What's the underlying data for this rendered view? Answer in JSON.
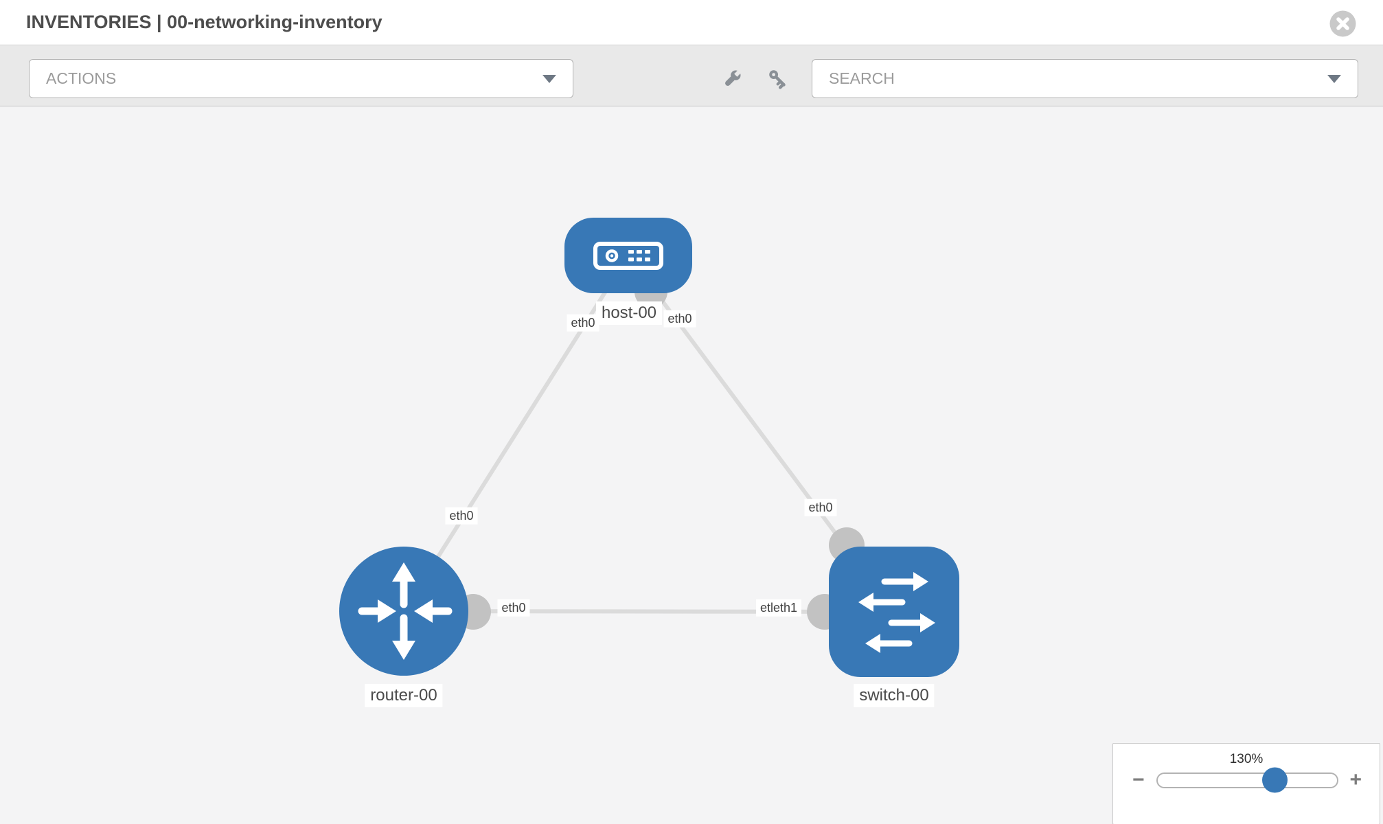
{
  "header": {
    "title": "INVENTORIES | 00-networking-inventory"
  },
  "toolbar": {
    "actions_dropdown": {
      "label": "ACTIONS"
    },
    "search_dropdown": {
      "label": "SEARCH"
    },
    "icons": [
      "wrench",
      "key"
    ]
  },
  "topology": {
    "nodes": [
      {
        "type": "host",
        "label": "host-00"
      },
      {
        "type": "router",
        "label": "router-00"
      },
      {
        "type": "switch",
        "label": "switch-00"
      }
    ],
    "links": [
      {
        "from": "host-00",
        "to": "router-00"
      },
      {
        "from": "host-00",
        "to": "switch-00"
      },
      {
        "from": "router-00",
        "to": "switch-00"
      }
    ],
    "interface_labels": [
      {
        "text": "eth0",
        "near": "host-00 (router link)"
      },
      {
        "text": "eth0",
        "near": "host-00 (switch link)"
      },
      {
        "text": "eth0",
        "near": "router-00 (host link)"
      },
      {
        "text": "eth0",
        "near": "switch-00 (host link)"
      },
      {
        "text": "eth0",
        "near": "router-00 (switch link)"
      },
      {
        "text": "etleth1",
        "near": "switch-00 (router link, overlapped labels)"
      }
    ],
    "colors": {
      "node_blue": "#3878b6",
      "link_gray": "#dbdbdb",
      "port_gray": "#c2c2c2"
    }
  },
  "zoom_control": {
    "value": "130%",
    "decrease_label": "−",
    "increase_label": "+"
  }
}
